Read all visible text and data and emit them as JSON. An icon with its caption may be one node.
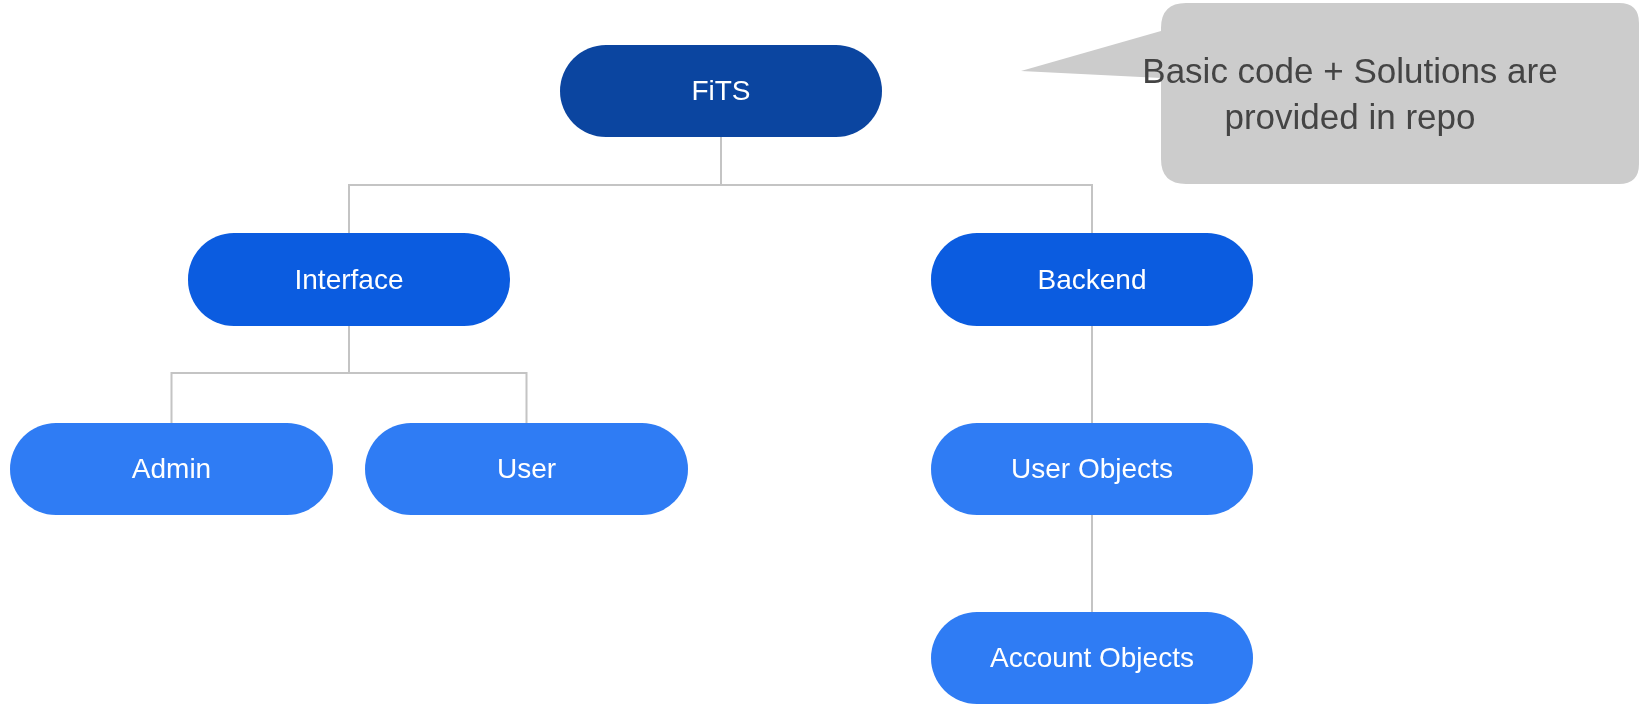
{
  "diagram": {
    "nodes": [
      {
        "text": [
          "FiTS"
        ]
      },
      {
        "text": [
          "Interface"
        ]
      },
      {
        "text": [
          "Backend"
        ]
      },
      {
        "text": [
          "Admin"
        ]
      },
      {
        "text": [
          "User"
        ]
      },
      {
        "text": [
          "User Objects"
        ]
      },
      {
        "text": [
          "Account Objects"
        ]
      },
      {
        "text": [
          "Basic code + Solutions are provided in repo"
        ]
      }
    ],
    "edges": [
      {
        "from": 0,
        "to": 1,
        "arrow": "none"
      },
      {
        "from": 0,
        "to": 2,
        "arrow": "none"
      },
      {
        "from": 1,
        "to": 3,
        "arrow": "none"
      },
      {
        "from": 1,
        "to": 4,
        "arrow": "none"
      },
      {
        "from": 2,
        "to": 5,
        "arrow": "none"
      },
      {
        "from": 5,
        "to": 6,
        "arrow": "none"
      }
    ]
  }
}
